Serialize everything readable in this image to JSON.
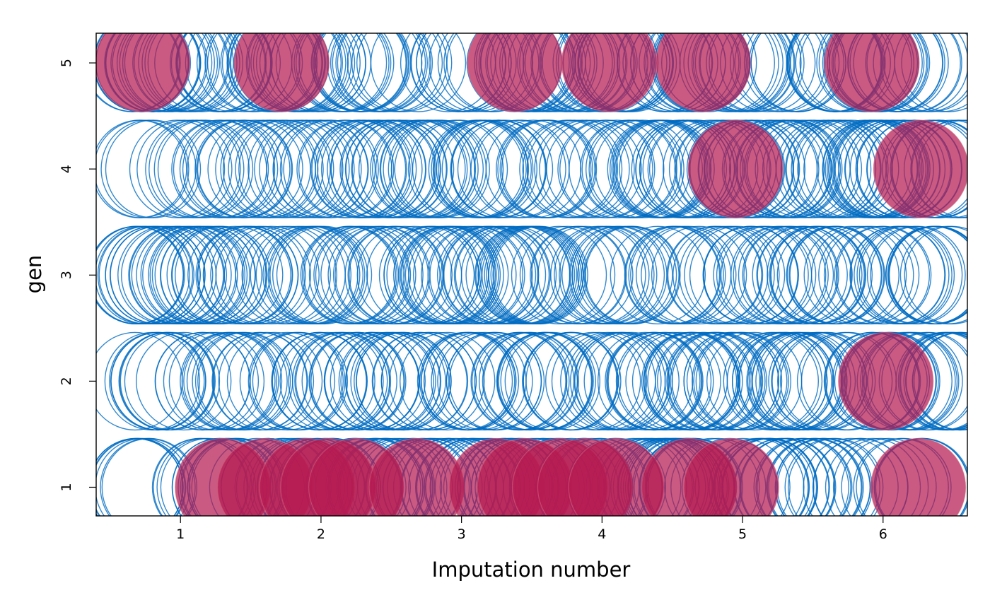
{
  "chart_data": {
    "type": "scatter",
    "title": "",
    "xlabel": "Imputation number",
    "ylabel": "gen",
    "xlim": [
      0.4,
      6.6
    ],
    "ylim": [
      0.73,
      5.28
    ],
    "x_ticks": [
      1,
      2,
      3,
      4,
      5,
      6
    ],
    "y_ticks": [
      1,
      2,
      3,
      4,
      5
    ],
    "grid": false,
    "legend": "none",
    "observed_color": "#006CC2",
    "imputed_color": "#B61A51",
    "observed_row_extent": [
      {
        "gen": 1,
        "x_min": 0.65,
        "x_max": 6.3
      },
      {
        "gen": 2,
        "x_min": 0.65,
        "x_max": 6.6
      },
      {
        "gen": 3,
        "x_min": 0.65,
        "x_max": 6.6
      },
      {
        "gen": 4,
        "x_min": 0.65,
        "x_max": 6.6
      },
      {
        "gen": 5,
        "x_min": 0.65,
        "x_max": 6.6
      }
    ],
    "imputed_points": [
      {
        "x": 0.73,
        "y": 5
      },
      {
        "x": 1.72,
        "y": 5
      },
      {
        "x": 3.38,
        "y": 5
      },
      {
        "x": 4.05,
        "y": 5
      },
      {
        "x": 4.72,
        "y": 5
      },
      {
        "x": 5.92,
        "y": 5
      },
      {
        "x": 4.95,
        "y": 4
      },
      {
        "x": 6.27,
        "y": 4
      },
      {
        "x": 6.02,
        "y": 2
      },
      {
        "x": 1.3,
        "y": 1
      },
      {
        "x": 1.6,
        "y": 1
      },
      {
        "x": 1.9,
        "y": 1
      },
      {
        "x": 2.05,
        "y": 1
      },
      {
        "x": 2.25,
        "y": 1
      },
      {
        "x": 2.68,
        "y": 1
      },
      {
        "x": 3.25,
        "y": 1
      },
      {
        "x": 3.45,
        "y": 1
      },
      {
        "x": 3.7,
        "y": 1
      },
      {
        "x": 3.88,
        "y": 1
      },
      {
        "x": 4.1,
        "y": 1
      },
      {
        "x": 4.62,
        "y": 1
      },
      {
        "x": 4.92,
        "y": 1
      },
      {
        "x": 6.25,
        "y": 1
      }
    ]
  }
}
